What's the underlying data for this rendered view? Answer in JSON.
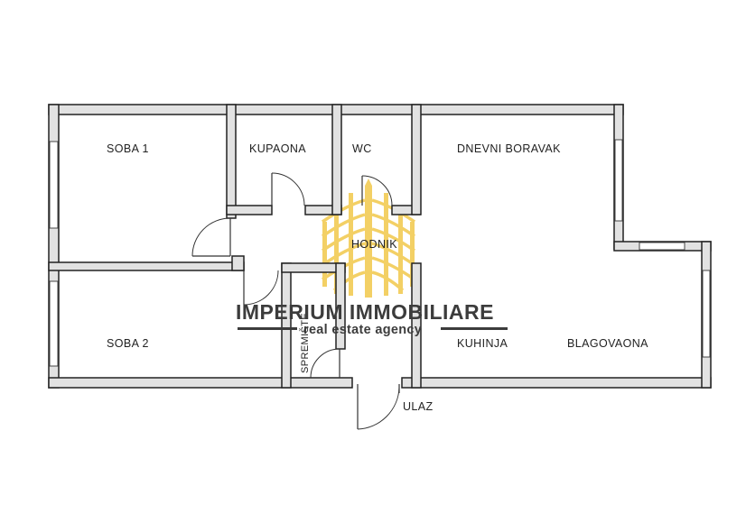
{
  "rooms": {
    "soba1": "SOBA 1",
    "kupaona": "KUPAONA",
    "wc": "WC",
    "dnevni_boravak": "DNEVNI BORAVAK",
    "hodnik": "HODNIK",
    "soba2": "SOBA 2",
    "spremiste": "SPREMIŠTE",
    "kuhinja": "KUHINJA",
    "blagovaona": "BLAGOVAONA",
    "ulaz": "ULAZ"
  },
  "watermark": {
    "title": "IMPERIUM IMMOBILIARE",
    "subtitle": "real estate agency",
    "logo_icon": "imperium-building-logo-icon",
    "logo_color": "#f2c84b",
    "text_color": "#3c3c3c"
  },
  "colors": {
    "wall_fill": "#e2e2e2",
    "wall_stroke": "#222222",
    "background": "#ffffff"
  }
}
